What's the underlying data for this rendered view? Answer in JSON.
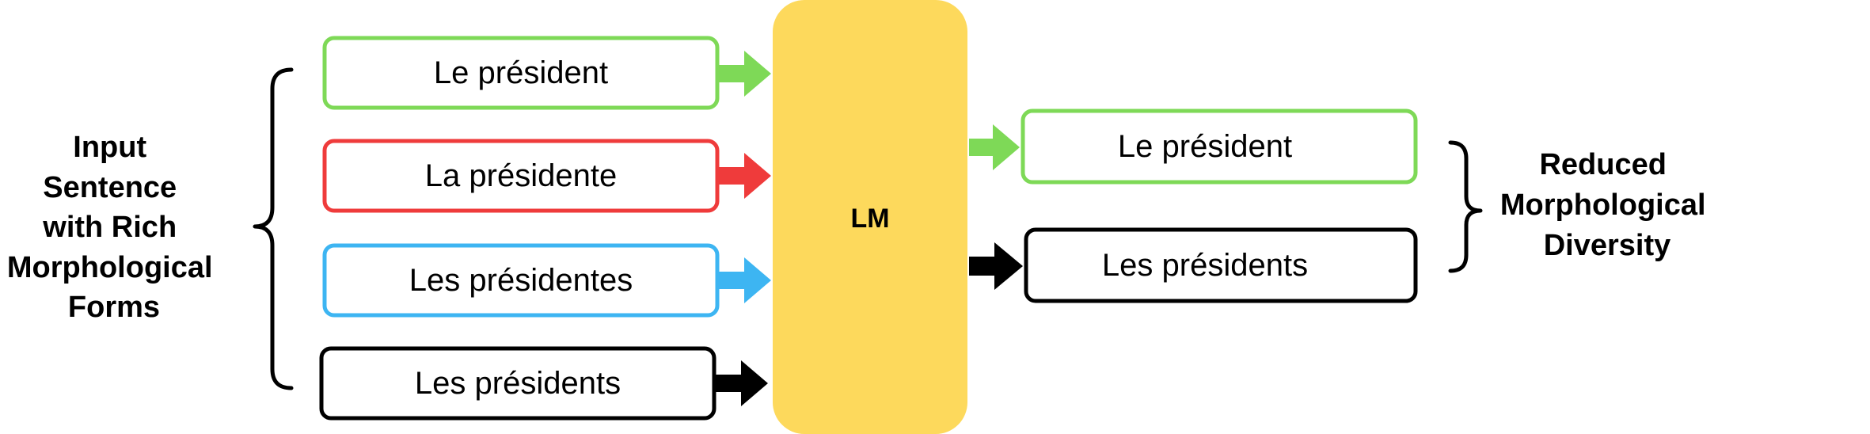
{
  "left_label": [
    "Input",
    "Sentence",
    "with Rich",
    "Morphological",
    "Forms"
  ],
  "right_label": [
    "Reduced",
    "Morphological",
    "Diversity"
  ],
  "model_label": "LM",
  "inputs": [
    {
      "text": "Le président",
      "color": "#7ED957"
    },
    {
      "text": "La présidente",
      "color": "#EF3B3B"
    },
    {
      "text": "Les présidentes",
      "color": "#3DB5F2"
    },
    {
      "text": "Les présidents",
      "color": "#000000"
    }
  ],
  "outputs": [
    {
      "text": "Le président",
      "color": "#7ED957"
    },
    {
      "text": "Les présidents",
      "color": "#000000"
    }
  ],
  "colors": {
    "model_fill": "#FDD95C",
    "brace": "#000000"
  }
}
